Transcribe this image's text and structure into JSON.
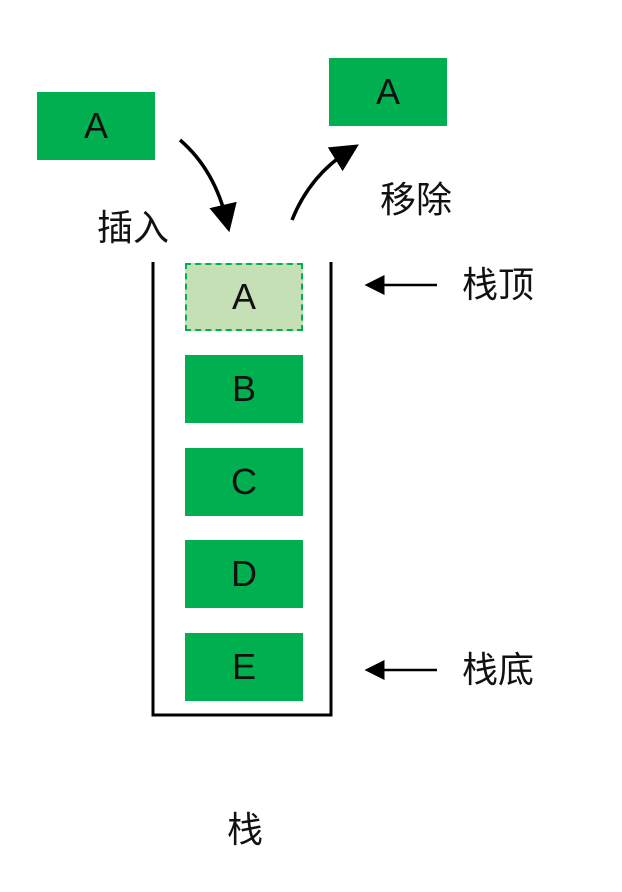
{
  "incoming": {
    "label": "A",
    "caption": "插入"
  },
  "outgoing": {
    "label": "A",
    "caption": "移除"
  },
  "stack": {
    "items": [
      "A",
      "B",
      "C",
      "D",
      "E"
    ],
    "top_label": "栈顶",
    "bottom_label": "栈底",
    "caption": "栈"
  },
  "colors": {
    "item": "#00b050",
    "ghost": "#c5e0b4"
  }
}
